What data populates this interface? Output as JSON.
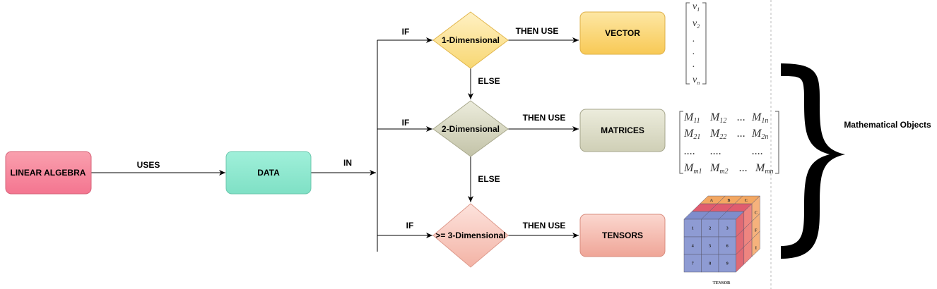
{
  "nodes": {
    "linear_algebra": "LINEAR ALGEBRA",
    "data": "DATA",
    "one_dim": "1-Dimensional",
    "two_dim": "2-Dimensional",
    "three_dim": ">= 3-Dimensional",
    "vector": "VECTOR",
    "matrices": "MATRICES",
    "tensors": "TENSORS"
  },
  "edges": {
    "uses": "USES",
    "in": "IN",
    "if1": "IF",
    "if2": "IF",
    "if3": "IF",
    "then_use1": "THEN USE",
    "then_use2": "THEN USE",
    "then_use3": "THEN USE",
    "else1": "ELSE",
    "else2": "ELSE"
  },
  "vector_notation": {
    "entries": [
      "v",
      "v",
      ".",
      ".",
      ".",
      "v"
    ],
    "subscripts": [
      "1",
      "2",
      "",
      "",
      "",
      "n"
    ]
  },
  "matrix_notation": {
    "rows": [
      [
        {
          "b": "M",
          "s": "11"
        },
        {
          "b": "M",
          "s": "12"
        },
        {
          "b": "...",
          "s": ""
        },
        {
          "b": "M",
          "s": "1n"
        }
      ],
      [
        {
          "b": "M",
          "s": "21"
        },
        {
          "b": "M",
          "s": "22"
        },
        {
          "b": "...",
          "s": ""
        },
        {
          "b": "M",
          "s": "2n"
        }
      ],
      [
        {
          "b": "....",
          "s": ""
        },
        {
          "b": "....",
          "s": ""
        },
        {
          "b": "",
          "s": ""
        },
        {
          "b": "....",
          "s": ""
        }
      ],
      [
        {
          "b": "M",
          "s": "m1"
        },
        {
          "b": "M",
          "s": "m2"
        },
        {
          "b": "...",
          "s": ""
        },
        {
          "b": "M",
          "s": "mn"
        }
      ]
    ]
  },
  "tensor_cube": {
    "top_letters": [
      "A",
      "B",
      "C"
    ],
    "front_numbers": [
      "1",
      "2",
      "3",
      "4",
      "5",
      "6",
      "7",
      "8",
      "9"
    ],
    "side_letters": [
      "C",
      "F",
      "I"
    ],
    "caption": "TENSOR"
  },
  "summary_label": "Mathematical Objects",
  "colors": {
    "linear_algebra_fill": "#f78a9b",
    "data_fill": "#8ee8cf",
    "vector_fill": "#fad16f",
    "matrices_fill": "#dcdcc8",
    "tensors_fill": "#f4b8ad",
    "diamond1_fill": "#fce49a",
    "diamond2_fill": "#d6d6c0",
    "diamond3_fill": "#f8cfc6"
  }
}
